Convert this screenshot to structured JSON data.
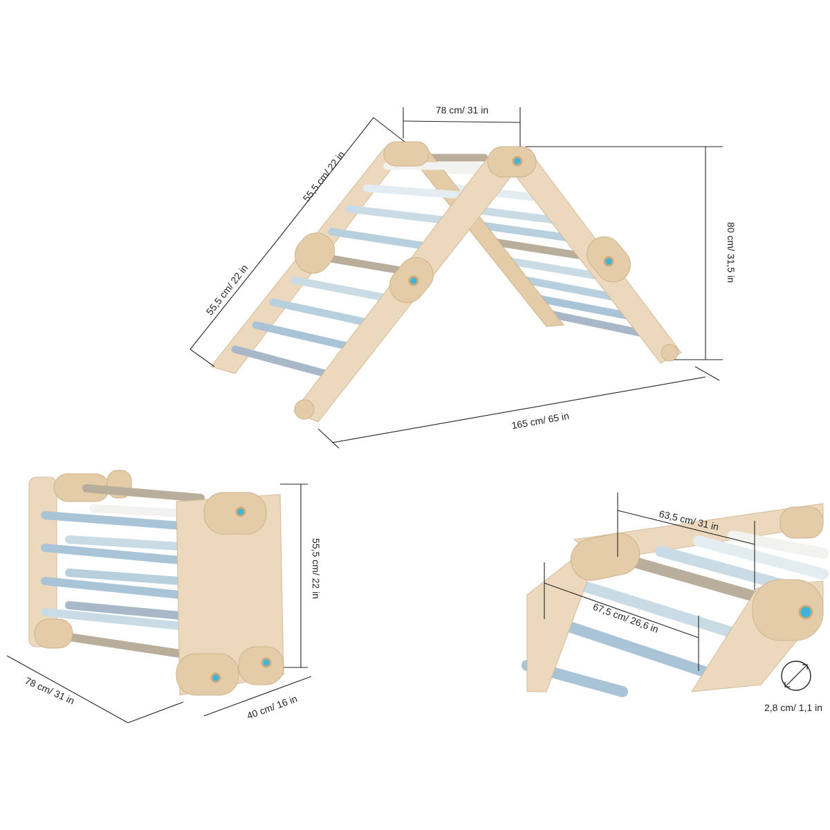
{
  "colors": {
    "wood": "#ecd9bd",
    "rung_light": "#f2f2f0",
    "rung_blue": "#a9c4d6",
    "rung_pale_blue": "#c9dce6",
    "rung_taupe": "#b9ad9b",
    "knob": "#3db4d8"
  },
  "views": {
    "open_triangle": {
      "top_width": "78 cm/ 31 in",
      "upper_leg": "55,5 cm/ 22 in",
      "lower_leg": "55,5 cm/ 22 in",
      "height": "80 cm/ 31,5 in",
      "base_length": "165 cm/ 65 in"
    },
    "folded_cube": {
      "height": "55,5 cm/ 22 in",
      "length": "78 cm/ 31 in",
      "depth": "40 cm/ 16 in"
    },
    "rung_detail": {
      "inner_width_top": "63,5 cm/ 31 in",
      "inner_width_lower": "67,5 cm/ 26,6 in",
      "rung_diameter": "2,8 cm/ 1,1 in",
      "diameter_icon": "diameter-symbol-icon"
    }
  }
}
